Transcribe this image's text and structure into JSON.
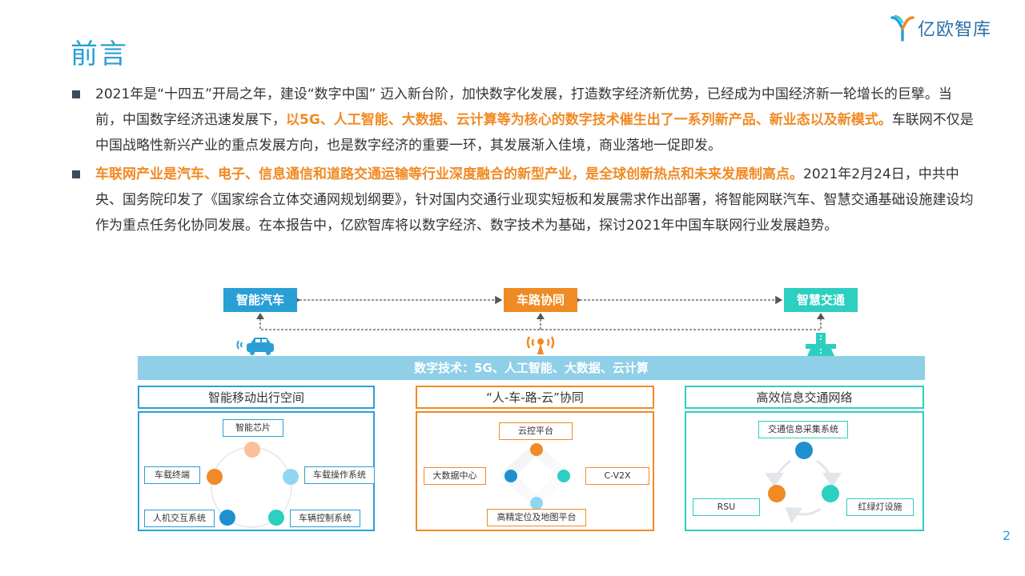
{
  "header": {
    "title": "前言",
    "logo_text": "亿欧智库",
    "logo_icon": "brand-y-icon",
    "brand_color": "#2a9fd6"
  },
  "intro": {
    "p1": {
      "a": "2021年是“十四五”开局之年，建设“数字中国” 迈入新台阶，加快数字化发展，打造数字经济新优势，已经成为中国经济新一轮增长的巨擘。当前，中国数字经济迅速发展下，",
      "hl": "以5G、人工智能、大数据、云计算等为核心的数字技术催生出了一系列新产品、新业态以及新模式。",
      "b": "车联网不仅是中国战略性新兴产业的重点发展方向，也是数字经济的重要一环，其发展渐入佳境，商业落地一促即发。"
    },
    "p2": {
      "hl": "车联网产业是汽车、电子、信息通信和道路交通运输等行业深度融合的新型产业，是全球创新热点和未来发展制高点。",
      "b": "2021年2月24日，中共中央、国务院印发了《国家综合立体交通网规划纲要》，针对国内交通行业现实短板和发展需求作出部署，将智能网联汽车、智慧交通基础设施建设均作为重点任务化协同发展。在本报告中，亿欧智库将以数字经济、数字技术为基础，探讨2021年中国车联网行业发展趋势。"
    }
  },
  "diagram": {
    "top_boxes": {
      "car": "智能汽车",
      "v2x": "车路协同",
      "traffic": "智慧交通"
    },
    "icons": {
      "car": "connected-car-icon",
      "signal": "signal-tower-icon",
      "road": "road-icon"
    },
    "tech_bar": "数字技术：5G、人工智能、大数据、云计算",
    "panels": [
      {
        "title": "智能移动出行空间",
        "items": [
          "智能芯片",
          "车载操作系统",
          "车辆控制系统",
          "人机交互系统",
          "车载终端"
        ]
      },
      {
        "title": "“人-车-路-云”协同",
        "items": [
          "云控平台",
          "C-V2X",
          "高精定位及地图平台",
          "大数据中心"
        ]
      },
      {
        "title": "高效信息交通网络",
        "items": [
          "交通信息采集系统",
          "红绿灯设施",
          "RSU"
        ]
      }
    ],
    "colors": {
      "blue": "#2a9fd6",
      "orange": "#f08a24",
      "teal": "#2dcfc0",
      "light_blue": "#8fcfe8",
      "peach": "#f9c09a",
      "sky": "#8fd6f0",
      "dark_blue": "#1f8fd0"
    }
  },
  "page_number": "2"
}
